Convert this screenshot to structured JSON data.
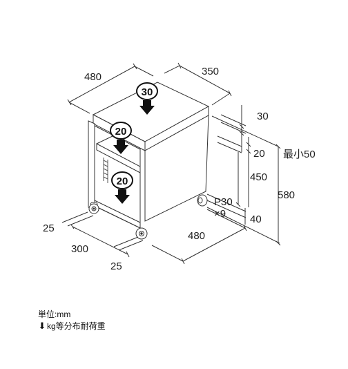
{
  "dimensions": {
    "top_width_480": "480",
    "top_depth_350": "350",
    "top_thickness_30": "30",
    "shelf_gap_20": "20",
    "min_50": "最小50",
    "inner_height_450": "450",
    "total_height_580": "580",
    "pitch_label": "P30",
    "pitch_count": "×9",
    "base_40": "40",
    "bottom_width_480": "480",
    "left_25": "25",
    "left_300": "300",
    "bottom_25": "25"
  },
  "loads": {
    "top_load": "30",
    "shelf_load": "20",
    "bottom_load": "20"
  },
  "legend": {
    "unit_line": "単位:mm",
    "load_line": "kg等分布耐荷重",
    "arrow_glyph": "⬇"
  }
}
